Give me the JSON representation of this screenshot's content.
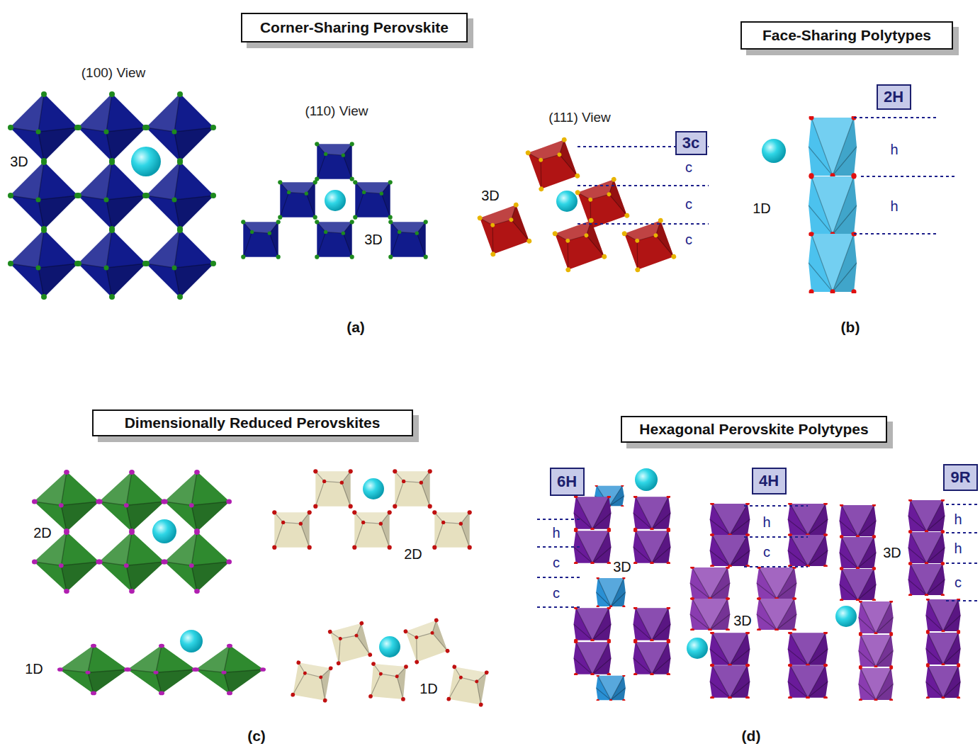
{
  "diagram": {
    "nodes": [
      {
        "text": [
          "Corner-Sharing Perovskite"
        ]
      },
      {
        "text": [
          "Face-Sharing Polytypes"
        ]
      },
      {
        "text": [
          "3c"
        ]
      },
      {
        "text": [
          "2H"
        ]
      },
      {
        "text": [
          "Dimensionally Reduced Perovskites"
        ]
      },
      {
        "text": [
          "Hexagonal Perovskite Polytypes"
        ]
      },
      {
        "text": [
          "6H"
        ]
      },
      {
        "text": [
          "4H"
        ]
      },
      {
        "text": [
          "9R"
        ]
      }
    ],
    "labels": [
      "(100) View",
      "(110) View",
      "(111) View",
      "3D",
      "3D",
      "c",
      "c",
      "c",
      "3D",
      "h",
      "1D",
      "h",
      "(a)",
      "(b)",
      "2D",
      "2D",
      "1D",
      "1D",
      "(c)",
      "h",
      "c",
      "3D",
      "c",
      "h",
      "c",
      "3D",
      "h",
      "h",
      "3D",
      "c",
      "(d)"
    ]
  }
}
